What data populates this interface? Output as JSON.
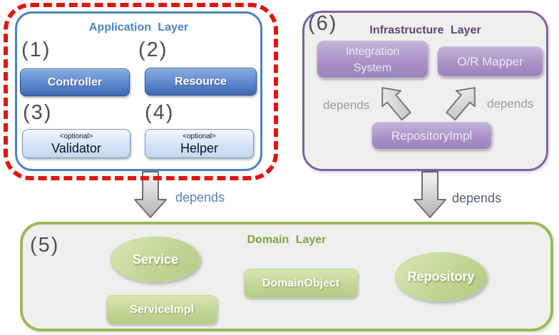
{
  "colors": {
    "app_accent": "#4f81bd",
    "infra_accent": "#7d62a2",
    "domain_accent": "#9aba58",
    "dashed_red": "#e11410",
    "layer_bg": "#efefee"
  },
  "app": {
    "title": "Application Layer",
    "item1": {
      "num": "(1)",
      "label": "Controller"
    },
    "item2": {
      "num": "(2)",
      "label": "Resource"
    },
    "item3": {
      "num": "(3)",
      "optional": "<optional>",
      "label": "Validator"
    },
    "item4": {
      "num": "(4)",
      "optional": "<optional>",
      "label": "Helper"
    }
  },
  "infra": {
    "num": "(6)",
    "title": "Infrastructure Layer",
    "integration_system": "Integration\nSystem",
    "or_mapper": "O/R Mapper",
    "repository_impl": "RepositoryImpl",
    "depends_left": "depends",
    "depends_right": "depends"
  },
  "domain": {
    "num": "(5)",
    "title": "Domain Layer",
    "service": "Service",
    "service_impl": "ServiceImpl",
    "domain_object": "DomainObject",
    "repository": "Repository"
  },
  "arrows": {
    "app_to_domain": "depends",
    "infra_to_domain": "depends"
  }
}
